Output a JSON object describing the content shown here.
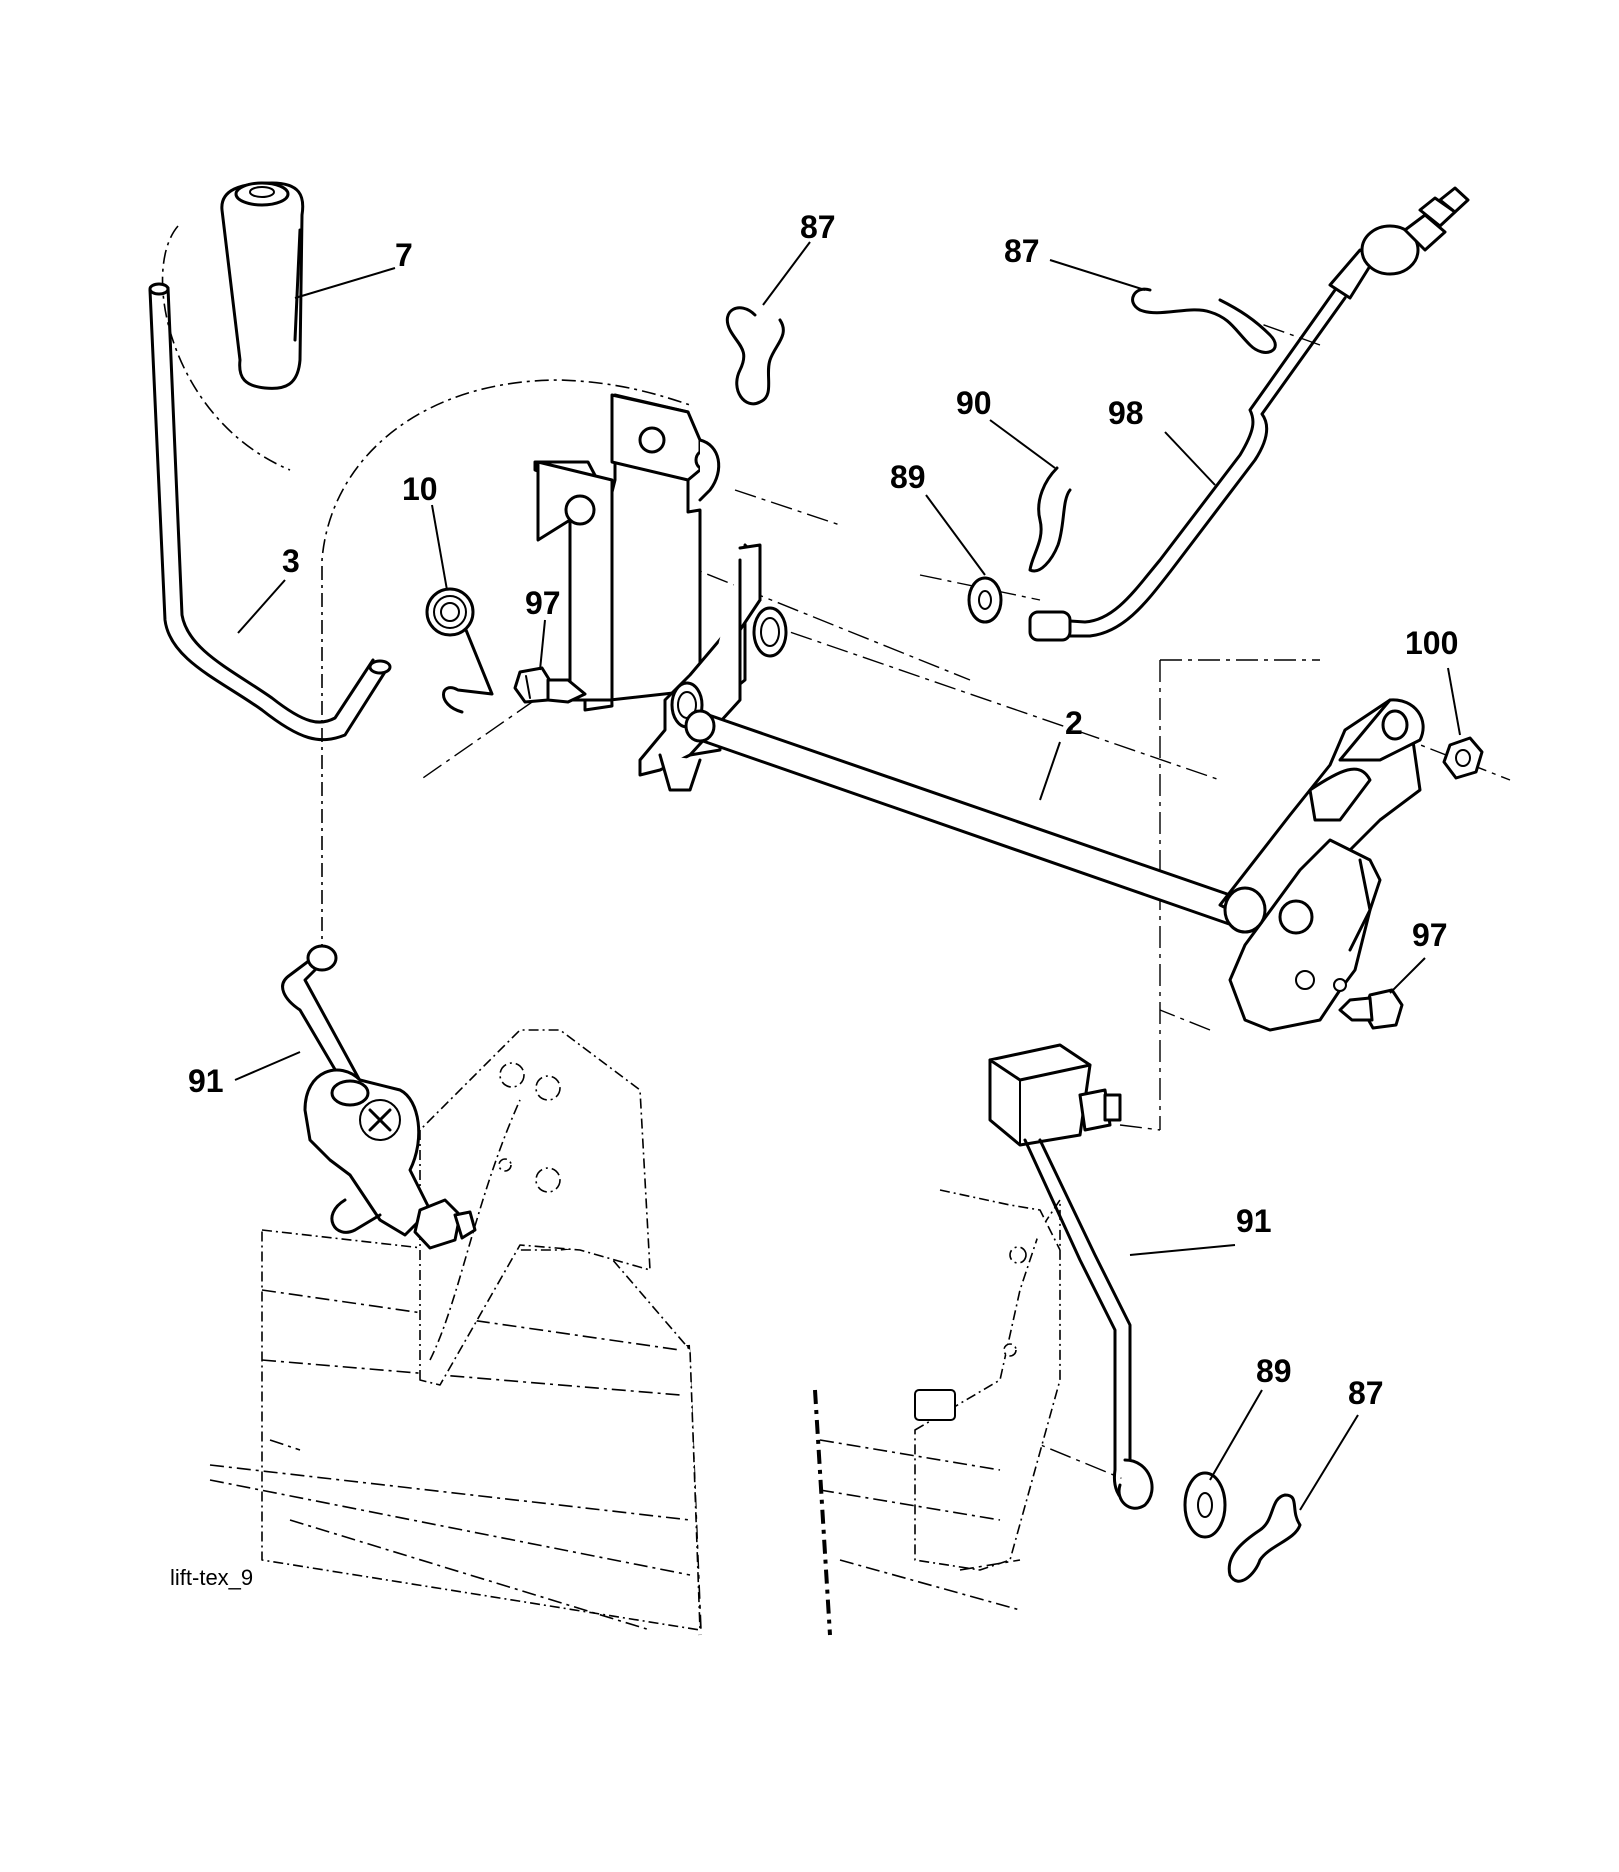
{
  "figure": {
    "id": "lift-tex_9"
  },
  "callouts": [
    {
      "key": "c7",
      "label": "7"
    },
    {
      "key": "c3",
      "label": "3"
    },
    {
      "key": "c10",
      "label": "10"
    },
    {
      "key": "c87a",
      "label": "87"
    },
    {
      "key": "c87b",
      "label": "87"
    },
    {
      "key": "c90",
      "label": "90"
    },
    {
      "key": "c98",
      "label": "98"
    },
    {
      "key": "c89a",
      "label": "89"
    },
    {
      "key": "c97a",
      "label": "97"
    },
    {
      "key": "c2",
      "label": "2"
    },
    {
      "key": "c100",
      "label": "100"
    },
    {
      "key": "c97b",
      "label": "97"
    },
    {
      "key": "c91a",
      "label": "91"
    },
    {
      "key": "c91b",
      "label": "91"
    },
    {
      "key": "c89b",
      "label": "89"
    },
    {
      "key": "c87c",
      "label": "87"
    }
  ]
}
